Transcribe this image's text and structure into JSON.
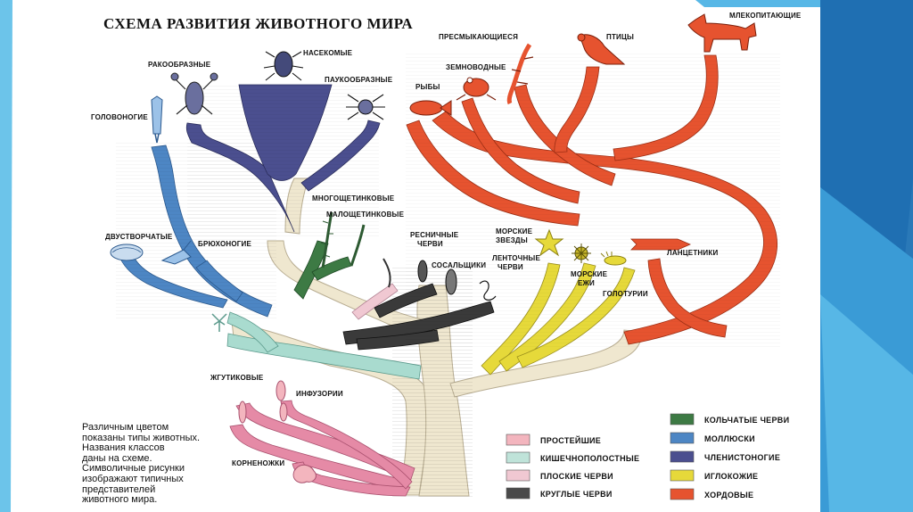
{
  "title": "СХЕМА РАЗВИТИЯ ЖИВОТНОГО МИРА",
  "labels": {
    "rakoobraznye": "РАКООБРАЗНЫЕ",
    "nasekomye": "НАСЕКОМЫЕ",
    "paukoobraznye": "ПАУКООБРАЗНЫЕ",
    "golovonogie": "ГОЛОВОНОГИЕ",
    "dvustvorchatye": "ДВУСТВОРЧАТЫЕ",
    "bryukhonogie": "БРЮХОНОГИЕ",
    "mnogoshchetinkovye": "МНОГОЩЕТИНКОВЫЕ",
    "maloshchetinkovye": "МАЛОЩЕТИНКОВЫЕ",
    "presmykayushchiesya": "ПРЕСМЫКАЮЩИЕСЯ",
    "ptitsy": "ПТИЦЫ",
    "mlekopitayushchie": "МЛЕКОПИТАЮЩИЕ",
    "zemnovodnye": "ЗЕМНОВОДНЫЕ",
    "ryby": "РЫБЫ",
    "resnichnye_1": "РЕСНИЧНЫЕ",
    "resnichnye_2": "ЧЕРВИ",
    "sosalshchiki": "СОСАЛЬЩИКИ",
    "lentochnye_1": "ЛЕНТОЧНЫЕ",
    "lentochnye_2": "ЧЕРВИ",
    "morskie_zvezdy_1": "МОРСКИЕ",
    "morskie_zvezdy_2": "ЗВЕЗДЫ",
    "morskie_ezhi_1": "МОРСКИЕ",
    "morskie_ezhi_2": "ЕЖИ",
    "golotyurii": "ГОЛОТУРИИ",
    "lantsetniki": "ЛАНЦЕТНИКИ",
    "zhgutikovye": "ЖГУТИКОВЫЕ",
    "infuzorii": "ИНФУЗОРИИ",
    "kornenozhki": "КОРНЕНОЖКИ"
  },
  "note": "Различным цветом\nпоказаны типы животных.\nНазвания классов\nданы на схеме.\nСимволичные рисунки\nизображают типичных\nпредставителей\nживотного мира.",
  "legend": [
    {
      "label": "ПРОСТЕЙШИЕ",
      "color": "#f3b5be"
    },
    {
      "label": "КИШЕЧНОПОЛОСТНЫЕ",
      "color": "#bfe3d9"
    },
    {
      "label": "ПЛОСКИЕ ЧЕРВИ",
      "color": "#f0c8d2"
    },
    {
      "label": "КРУГЛЫЕ ЧЕРВИ",
      "color": "#4a4a4a"
    },
    {
      "label": "КОЛЬЧАТЫЕ ЧЕРВИ",
      "color": "#3d7a44"
    },
    {
      "label": "МОЛЛЮСКИ",
      "color": "#4d86c4"
    },
    {
      "label": "ЧЛЕНИСТОНОГИЕ",
      "color": "#4b4f8f"
    },
    {
      "label": "ИГЛОКОЖИЕ",
      "color": "#e6d93a"
    },
    {
      "label": "ХОРДОВЫЕ",
      "color": "#e6532f"
    }
  ],
  "colors": {
    "trunk": "#efe7cf",
    "mollusks": "#4d86c4",
    "arthropods": "#4b4f8f",
    "annelids": "#3d7a44",
    "roundworms": "#3a3a3a",
    "echinoderms": "#e6d93a",
    "chordates": "#e6532f",
    "protozoa": "#d9789a",
    "coelenterates": "#9fd3c7",
    "slide_accent_dark": "#1f6fb2",
    "slide_accent_light": "#57b7e6"
  }
}
